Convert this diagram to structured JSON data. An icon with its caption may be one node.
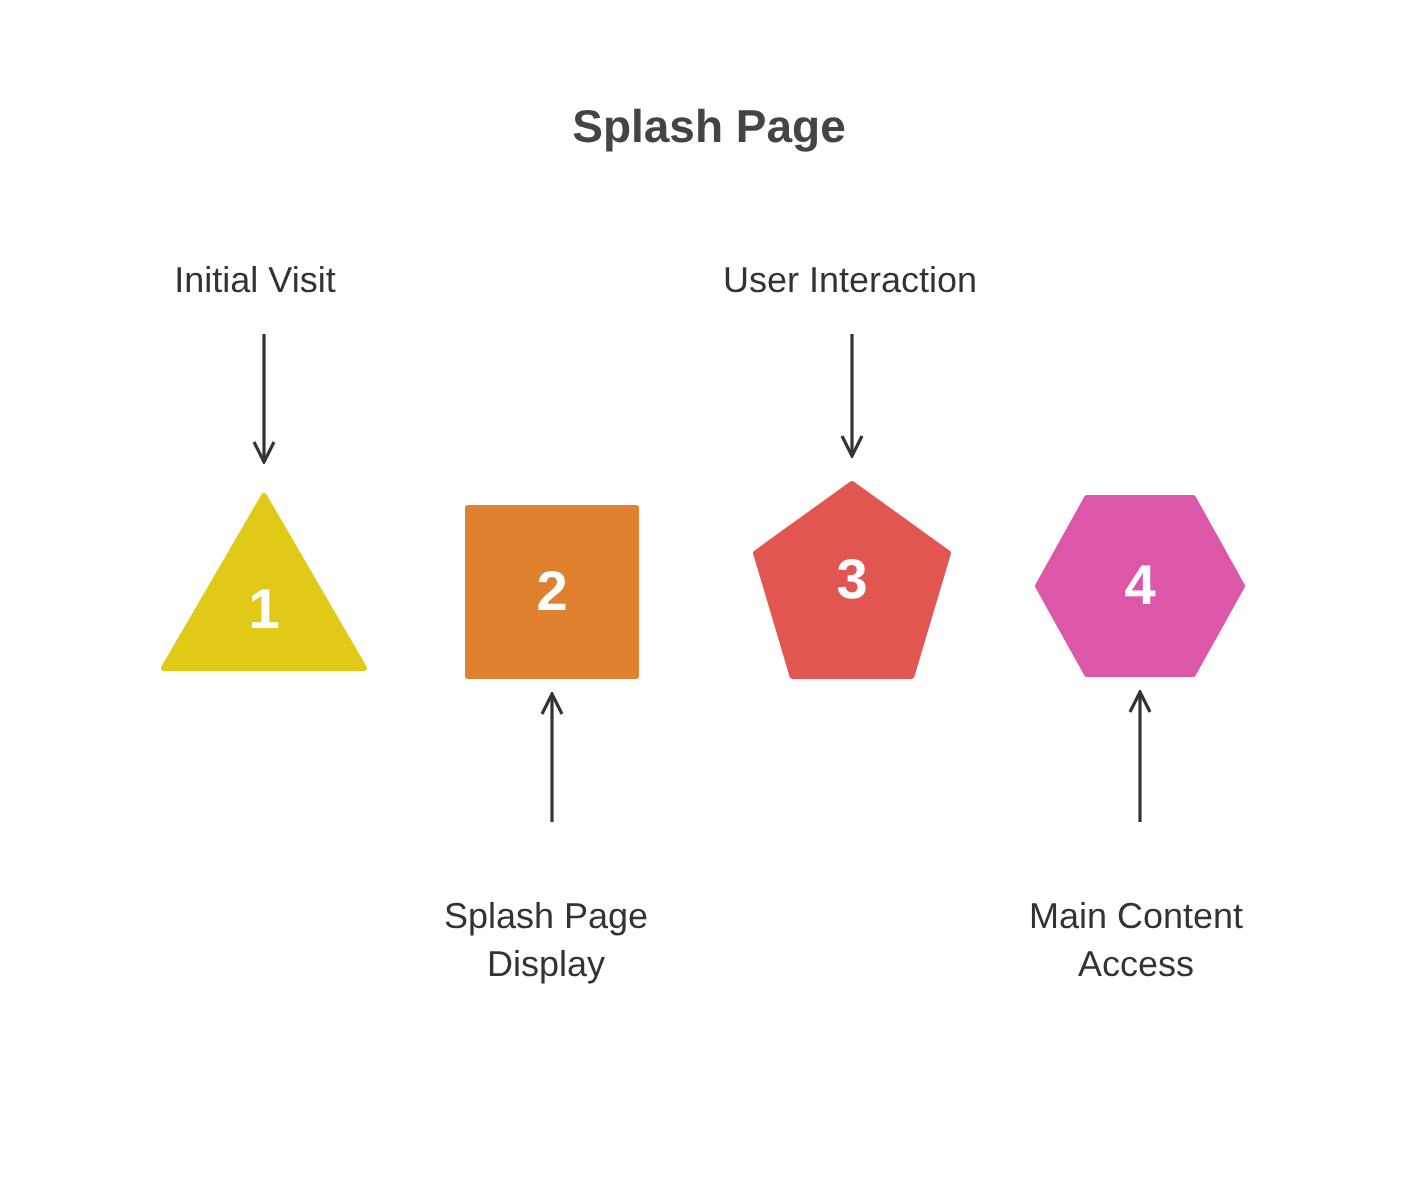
{
  "diagram": {
    "title": "Splash Page",
    "nodes": [
      {
        "text": [
          "Initial Visit"
        ]
      },
      {
        "text": [
          "1"
        ]
      },
      {
        "text": [
          "2"
        ]
      },
      {
        "text": [
          "Splash Page Display"
        ]
      },
      {
        "text": [
          "User Interaction"
        ]
      },
      {
        "text": [
          "3"
        ]
      },
      {
        "text": [
          "4"
        ]
      },
      {
        "text": [
          "Main Content Access"
        ]
      }
    ],
    "edges": [
      {
        "from": 0,
        "to": 1,
        "arrow": "to"
      },
      {
        "from": 3,
        "to": 2,
        "arrow": "to"
      },
      {
        "from": 4,
        "to": 5,
        "arrow": "to"
      },
      {
        "from": 7,
        "to": 6,
        "arrow": "to"
      }
    ]
  }
}
